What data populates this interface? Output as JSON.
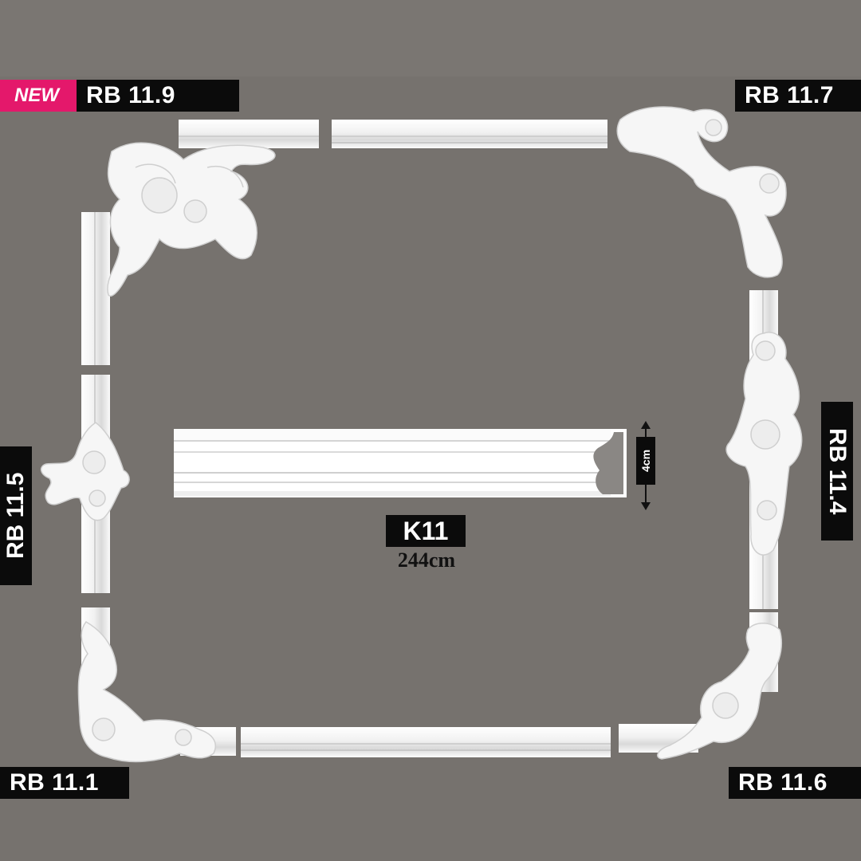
{
  "badge": {
    "new": "NEW"
  },
  "labels": {
    "top_left": "RB 11.9",
    "top_right": "RB 11.7",
    "left": "RB 11.5",
    "right": "RB 11.4",
    "bottom_left": "RB 11.1",
    "bottom_right": "RB 11.6"
  },
  "profile": {
    "code": "K11",
    "length": "244cm",
    "height": "4cm"
  },
  "colors": {
    "background": "#76726e",
    "moulding": "#f3f3f3",
    "label_bg": "#0b0b0b",
    "badge": "#e4186b"
  },
  "icons": [
    "ornament-corner-icon",
    "ornament-center-icon",
    "arrow-up-icon",
    "arrow-down-icon"
  ]
}
